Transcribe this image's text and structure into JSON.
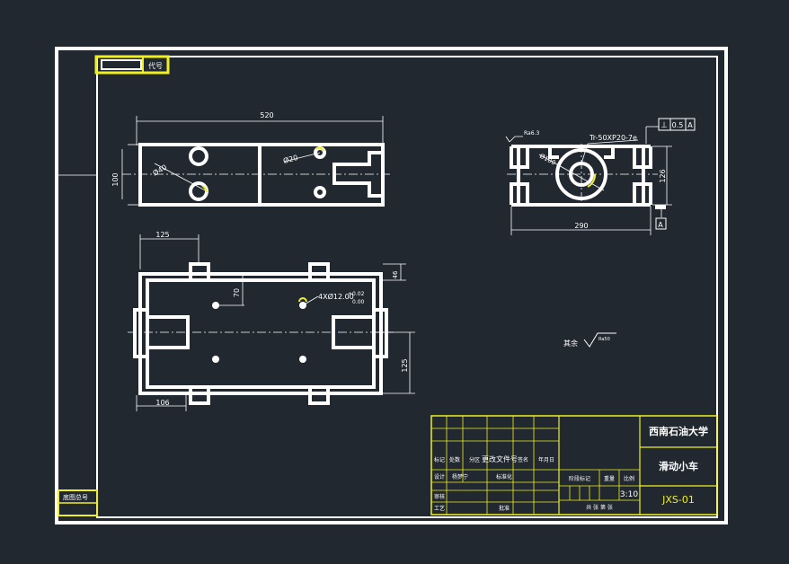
{
  "drawing": {
    "background": "#212830",
    "line_color": "#ffffff",
    "annot_color": "#f0f020",
    "code_label": "代号",
    "archive_label": "底图总号",
    "dims": {
      "top_length": "520",
      "top_height": "100",
      "hole_d40": "Ø40",
      "hole_d20": "Ø20",
      "front_width": "290",
      "front_height": "126",
      "bore_d100": "Ø100",
      "thread": "Tr-50XP20-7e",
      "roughness_32": "Ra6.3",
      "plan_offset": "125",
      "plan_left": "106",
      "plan_depth": "70",
      "plan_right_top": "46",
      "plan_right": "125",
      "hole_callout": "4XØ12.00",
      "tol_upper": "+0.02",
      "tol_lower": "0.00"
    },
    "tolerance_frame": {
      "symbol": "⊥",
      "value": "0.5",
      "datum": "A"
    },
    "datum_label": "A",
    "other_label": "其余",
    "other_roughness": "Ra50"
  },
  "title_block": {
    "university": "西南石油大学",
    "part_name": "滑动小车",
    "drawing_no": "JXS-01",
    "scale": "3:10",
    "row_marks": [
      "标记",
      "处数",
      "分区",
      "更改文件号",
      "签名",
      "年月日"
    ],
    "designer_label": "设计",
    "designer": "杨梦宁",
    "standard_label": "标准化",
    "review_label": "审核",
    "process_label": "工艺",
    "approve_label": "批准",
    "stage_label": "阶段标记",
    "weight_label": "重量",
    "scale_label": "比例",
    "sheets_label": "共  张 第  张"
  }
}
